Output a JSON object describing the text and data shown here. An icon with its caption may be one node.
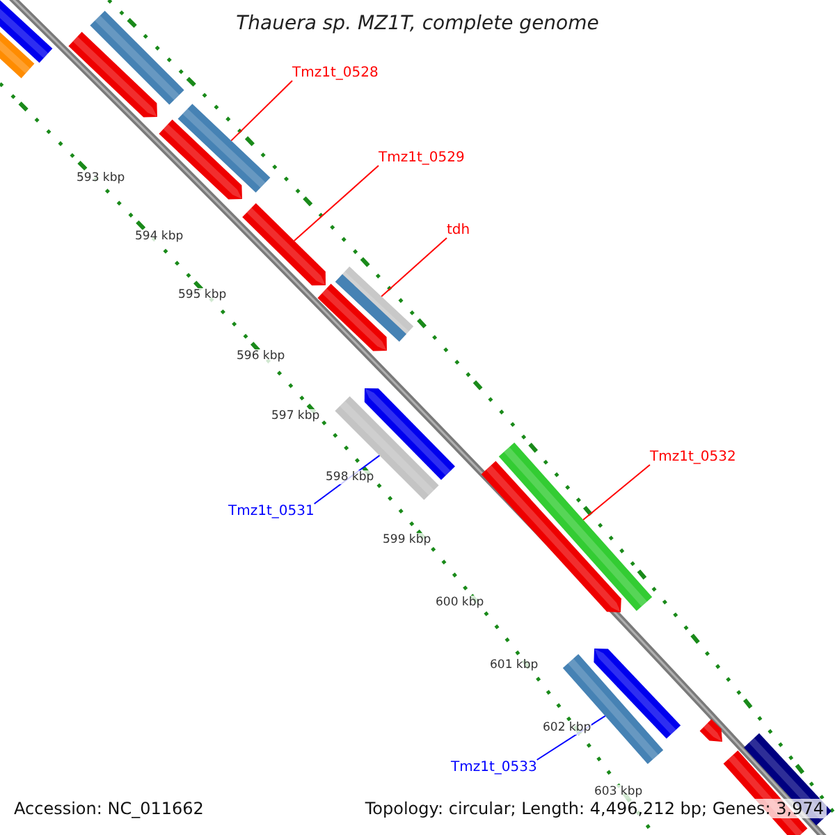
{
  "diagram": {
    "title": "Thauera sp. MZ1T, complete genome",
    "nodes": [
      {
        "text": [
          "Tmz1t_0528"
        ]
      },
      {
        "text": [
          "Tmz1t_0529"
        ]
      },
      {
        "text": [
          "tdh"
        ]
      },
      {
        "text": [
          "Tmz1t_0532"
        ]
      },
      {
        "text": [
          "Tmz1t_0531"
        ]
      },
      {
        "text": [
          "Tmz1t_0533"
        ]
      },
      {
        "text": [],
        "shape": "bar"
      },
      {
        "text": [],
        "shape": "bar"
      },
      {
        "text": [],
        "shape": "bar"
      },
      {
        "text": [],
        "shape": "bar"
      },
      {
        "text": [],
        "shape": "bar"
      },
      {
        "text": [],
        "shape": "bar"
      },
      {
        "text": [],
        "shape": "bar"
      },
      {
        "text": [],
        "shape": "bar"
      },
      {
        "text": [],
        "shape": "bar"
      },
      {
        "text": [],
        "shape": "bar"
      },
      {
        "text": [],
        "shape": "bar"
      },
      {
        "text": [],
        "shape": "bar"
      },
      {
        "text": [],
        "shape": "bar"
      },
      {
        "text": [],
        "shape": "bar"
      },
      {
        "text": [],
        "shape": "bar"
      },
      {
        "text": [],
        "shape": "bar"
      },
      {
        "text": [],
        "shape": "bar"
      },
      {
        "text": [],
        "shape": "bar"
      }
    ],
    "edges": [
      {
        "from": 0,
        "to": 10,
        "arrow": "none"
      },
      {
        "from": 1,
        "to": 12,
        "arrow": "none"
      },
      {
        "from": 2,
        "to": 13,
        "arrow": "none"
      },
      {
        "from": 3,
        "to": 17,
        "arrow": "none"
      },
      {
        "from": 4,
        "to": 16,
        "arrow": "none",
        "color": "#0000ff"
      },
      {
        "from": 5,
        "to": 20,
        "arrow": "none",
        "color": "#0000ff"
      }
    ],
    "labels": [
      "593 kbp",
      "594 kbp",
      "595 kbp",
      "596 kbp",
      "597 kbp",
      "598 kbp",
      "599 kbp",
      "600 kbp",
      "601 kbp",
      "602 kbp",
      "603 kbp",
      "Accession: NC_011662",
      "Topology: circular; Length: 4,496,212 bp; Genes: 3,974"
    ]
  }
}
